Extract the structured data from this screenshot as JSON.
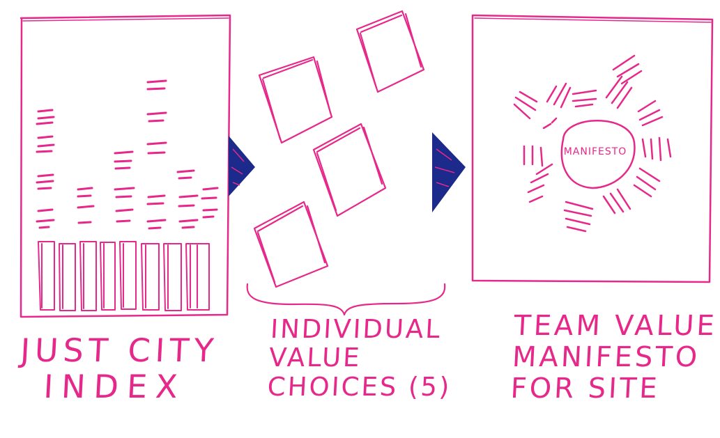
{
  "labels": {
    "index": [
      "JUST CITY",
      "INDEX"
    ],
    "choices": [
      "INDIVIDUAL",
      "VALUE",
      "CHOICES (5)"
    ],
    "manifesto": [
      "TEAM VALUE",
      "MANIFESTO",
      "FOR SITE"
    ]
  },
  "center_word": "MANIFESTO",
  "colors": {
    "ink": "#e6288a",
    "arrow": "#1c2a8c",
    "arrow_highlight": "#e6288a",
    "background": "#ffffff"
  }
}
